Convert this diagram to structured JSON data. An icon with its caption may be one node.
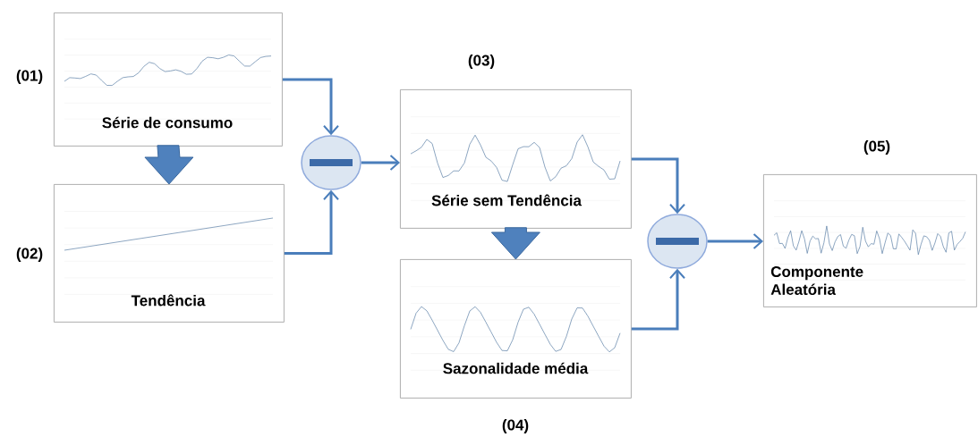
{
  "diagram": {
    "nodes": [
      {
        "text": [
          "Série de consumo"
        ],
        "beside": [
          "(01)"
        ]
      },
      {
        "text": [
          "Tendência"
        ],
        "beside": [
          "(02)"
        ]
      },
      {
        "text": [],
        "shape": "circle"
      },
      {
        "text": [
          "Série sem Tendência"
        ],
        "beside": [
          "(03)"
        ]
      },
      {
        "text": [
          "Sazonalidade média"
        ],
        "beside": [
          "(04)"
        ]
      },
      {
        "text": [],
        "shape": "circle"
      },
      {
        "text": [
          "Componente Aleatória"
        ],
        "beside": [
          "(05)"
        ]
      }
    ],
    "edges": [
      {
        "from": 0,
        "to": 1,
        "arrow": "to",
        "style": "thick"
      },
      {
        "from": 0,
        "to": 2,
        "arrow": "to"
      },
      {
        "from": 1,
        "to": 2,
        "arrow": "to"
      },
      {
        "from": 2,
        "to": 3,
        "arrow": "to"
      },
      {
        "from": 3,
        "to": 4,
        "arrow": "to",
        "style": "thick"
      },
      {
        "from": 3,
        "to": 5,
        "arrow": "to"
      },
      {
        "from": 4,
        "to": 5,
        "arrow": "to"
      },
      {
        "from": 5,
        "to": 6,
        "arrow": "to"
      }
    ]
  }
}
